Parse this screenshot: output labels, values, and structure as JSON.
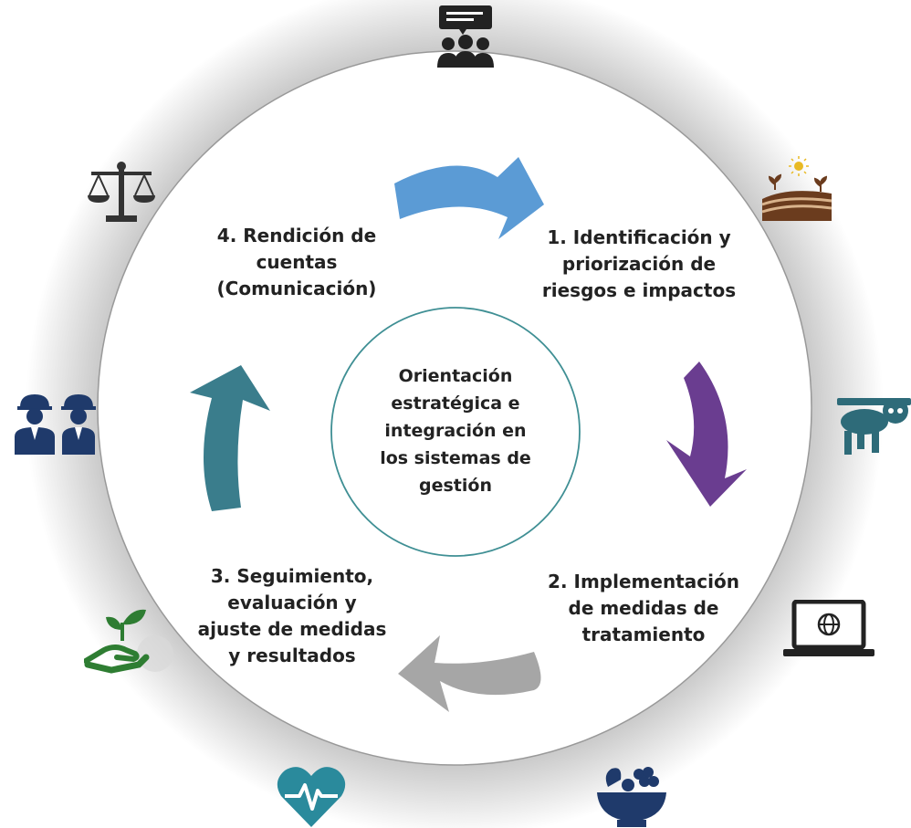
{
  "center": {
    "lines": [
      "Orientación",
      "estratégica e",
      "integración en",
      "los sistemas de",
      "gestión"
    ]
  },
  "steps": [
    {
      "lines": [
        "1. Identificación y",
        "priorización de",
        "riesgos e impactos"
      ],
      "arrow_color": "#5b9bd5"
    },
    {
      "lines": [
        "2. Implementación",
        "de medidas de",
        "tratamiento"
      ],
      "arrow_color": "#6a3d90"
    },
    {
      "lines": [
        "3. Seguimiento,",
        "evaluación y",
        "ajuste  de medidas",
        "y resultados"
      ],
      "arrow_color": "#a6a6a6"
    },
    {
      "lines": [
        "4. Rendición de",
        "cuentas",
        "(Comunicación)"
      ],
      "arrow_color": "#3a7d8c"
    }
  ],
  "icons": [
    {
      "name": "meeting-people-icon",
      "color": "#222222"
    },
    {
      "name": "agriculture-field-icon",
      "color": "#6b3c1e"
    },
    {
      "name": "sloth-biodiversity-icon",
      "color": "#2e6b79"
    },
    {
      "name": "laptop-globe-icon",
      "color": "#222222"
    },
    {
      "name": "fruit-bowl-icon",
      "color": "#1f3a6b"
    },
    {
      "name": "health-heart-icon",
      "color": "#2a8a9c"
    },
    {
      "name": "hand-plant-icon",
      "color": "#2e7d32"
    },
    {
      "name": "workers-icon",
      "color": "#1f3a6b"
    },
    {
      "name": "balance-scale-icon",
      "color": "#333333"
    }
  ],
  "colors": {
    "outer_ring": "#999999",
    "inner_ring": "#3f8f94",
    "glow": "#9a9a9a"
  }
}
